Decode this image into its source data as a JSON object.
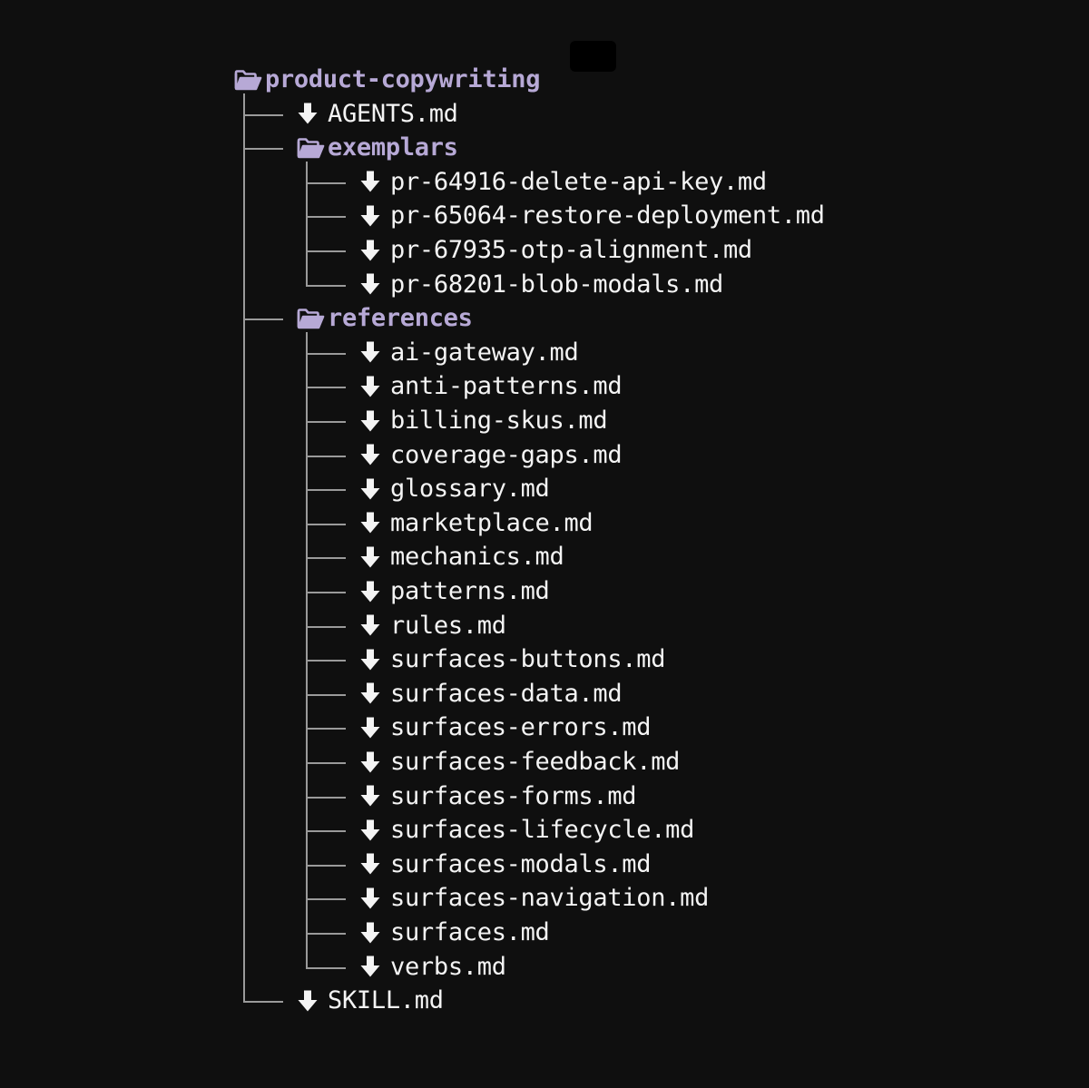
{
  "colors": {
    "background": "#0f0f0f",
    "file_text": "#f4f4f4",
    "folder_text": "#b7a9d6",
    "connector": "#9a9a9a"
  },
  "tree": {
    "root": {
      "label": "product-copywriting",
      "icon": "folder-open-icon"
    },
    "agents_file": {
      "label": "AGENTS.md",
      "icon": "arrow-down-icon"
    },
    "exemplars": {
      "label": "exemplars",
      "icon": "folder-open-icon",
      "files": [
        {
          "label": "pr-64916-delete-api-key.md",
          "icon": "arrow-down-icon"
        },
        {
          "label": "pr-65064-restore-deployment.md",
          "icon": "arrow-down-icon"
        },
        {
          "label": "pr-67935-otp-alignment.md",
          "icon": "arrow-down-icon"
        },
        {
          "label": "pr-68201-blob-modals.md",
          "icon": "arrow-down-icon"
        }
      ]
    },
    "references": {
      "label": "references",
      "icon": "folder-open-icon",
      "files": [
        {
          "label": "ai-gateway.md",
          "icon": "arrow-down-icon"
        },
        {
          "label": "anti-patterns.md",
          "icon": "arrow-down-icon"
        },
        {
          "label": "billing-skus.md",
          "icon": "arrow-down-icon"
        },
        {
          "label": "coverage-gaps.md",
          "icon": "arrow-down-icon"
        },
        {
          "label": "glossary.md",
          "icon": "arrow-down-icon"
        },
        {
          "label": "marketplace.md",
          "icon": "arrow-down-icon"
        },
        {
          "label": "mechanics.md",
          "icon": "arrow-down-icon"
        },
        {
          "label": "patterns.md",
          "icon": "arrow-down-icon"
        },
        {
          "label": "rules.md",
          "icon": "arrow-down-icon"
        },
        {
          "label": "surfaces-buttons.md",
          "icon": "arrow-down-icon"
        },
        {
          "label": "surfaces-data.md",
          "icon": "arrow-down-icon"
        },
        {
          "label": "surfaces-errors.md",
          "icon": "arrow-down-icon"
        },
        {
          "label": "surfaces-feedback.md",
          "icon": "arrow-down-icon"
        },
        {
          "label": "surfaces-forms.md",
          "icon": "arrow-down-icon"
        },
        {
          "label": "surfaces-lifecycle.md",
          "icon": "arrow-down-icon"
        },
        {
          "label": "surfaces-modals.md",
          "icon": "arrow-down-icon"
        },
        {
          "label": "surfaces-navigation.md",
          "icon": "arrow-down-icon"
        },
        {
          "label": "surfaces.md",
          "icon": "arrow-down-icon"
        },
        {
          "label": "verbs.md",
          "icon": "arrow-down-icon"
        }
      ]
    },
    "skill_file": {
      "label": "SKILL.md",
      "icon": "arrow-down-icon"
    }
  }
}
